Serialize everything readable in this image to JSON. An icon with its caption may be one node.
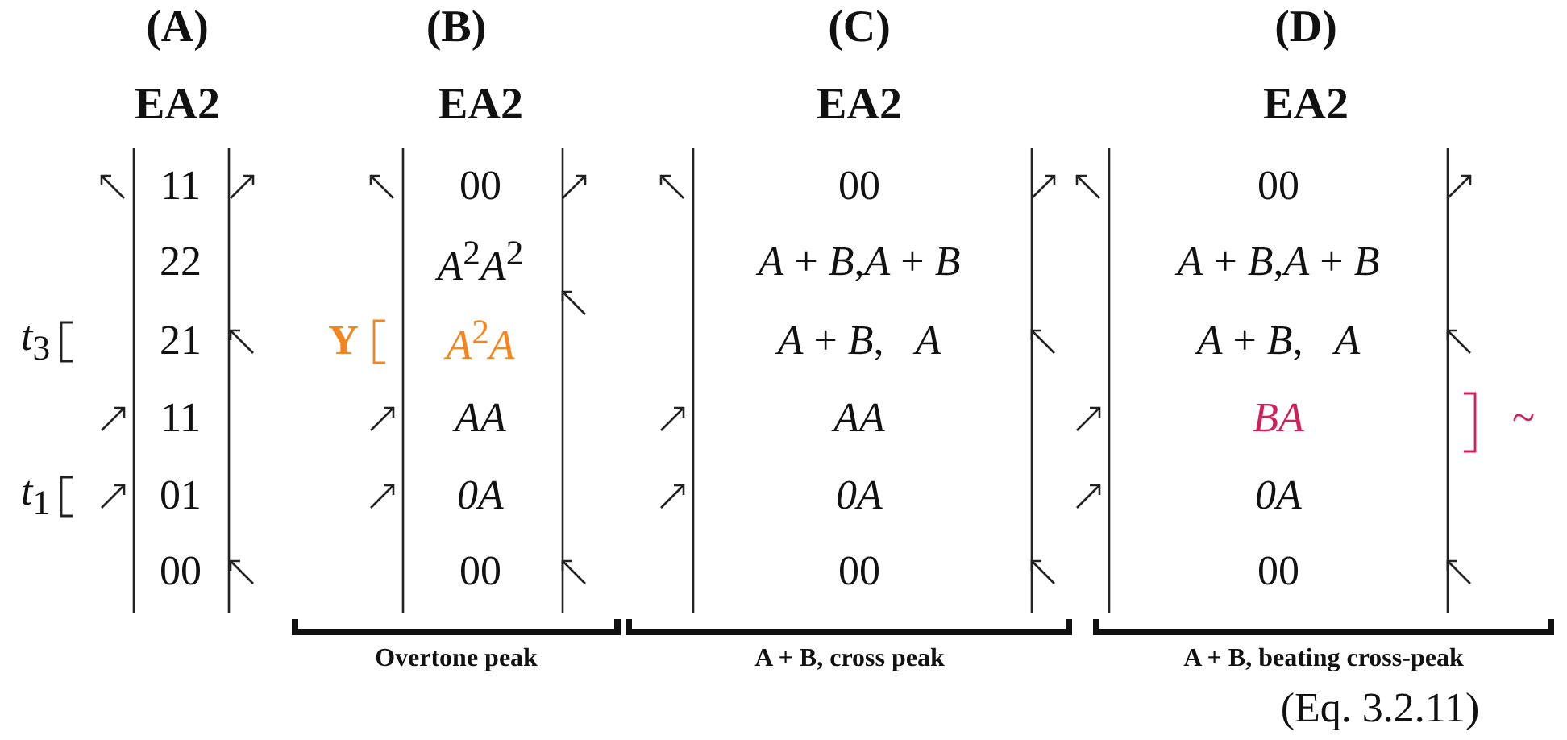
{
  "diagram": {
    "labels": [
      "(A)",
      "(B)",
      "(C)",
      "(D)",
      "EA2",
      "EA2",
      "EA2",
      "EA2",
      "11",
      "00",
      "00",
      "00",
      "22",
      "*A*$^{2}$*A*$^{2}$",
      "*A* + *B*,*A* + *B*",
      "*A* + *B*,*A* + *B*",
      "*t*$_{3}$",
      "21",
      "Y",
      "*A*$^{2}$*A*",
      "*A* + *B*,   *A*",
      "*A* + *B*,   *A*",
      "11",
      "AA",
      "AA",
      "BA",
      "~",
      "*t*$_{1}$",
      "01",
      "0A",
      "0A",
      "0A",
      "00",
      "00",
      "00",
      "00",
      "Overtone peak",
      "A + B, cross peak",
      "A + B, beating cross-peak",
      "(Eq. 3.2.11)"
    ]
  }
}
